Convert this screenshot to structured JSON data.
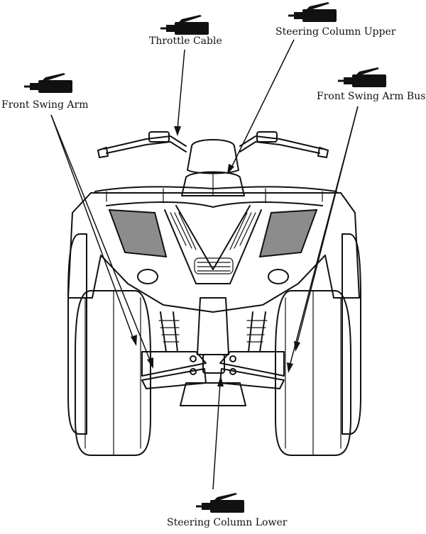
{
  "callouts": {
    "throttle_cable": "Throttle Cable",
    "steering_column_upper": "Steering Column Upper",
    "front_swing_arm": "Front Swing Arm",
    "front_swing_arm_bush": "Front Swing Arm Bush",
    "steering_column_lower": "Steering Column Lower"
  },
  "icons": {
    "lubrication": "grease-gun-icon"
  },
  "colors": {
    "line": "#111111",
    "lens": "#8c8c8c",
    "background": "#ffffff"
  }
}
